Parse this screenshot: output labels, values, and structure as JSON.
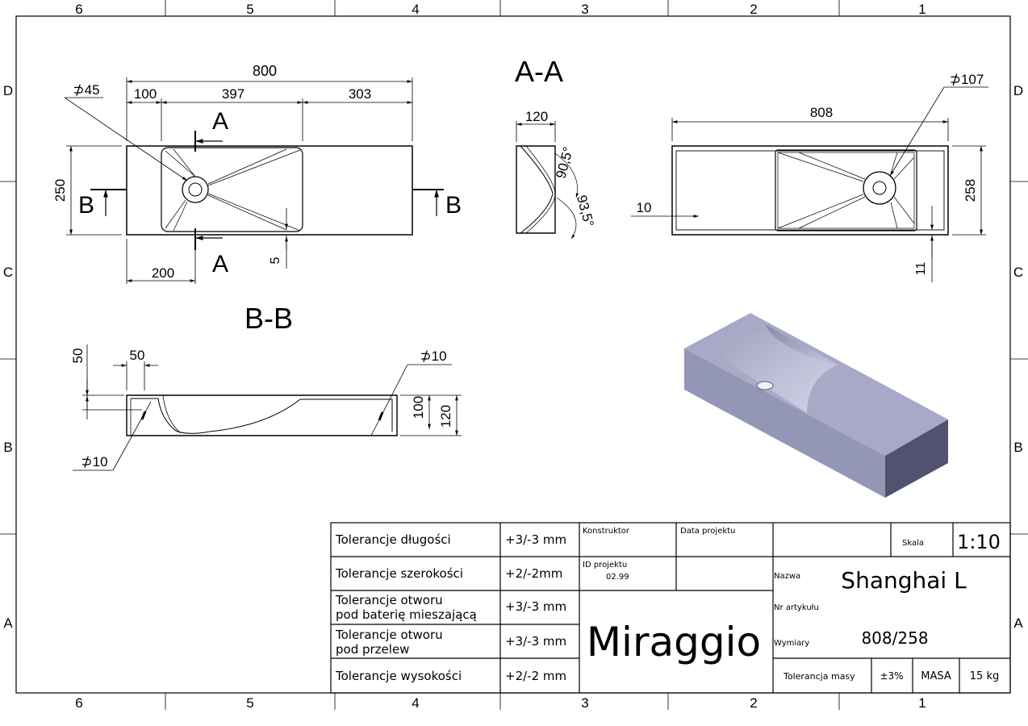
{
  "border": {
    "cols_top": [
      "6",
      "5",
      "4",
      "3",
      "2",
      "1"
    ],
    "cols_bottom": [
      "6",
      "5",
      "4",
      "3",
      "2",
      "1"
    ],
    "rows_left": [
      "D",
      "C",
      "B",
      "A"
    ],
    "rows_right": [
      "D",
      "C",
      "B",
      "A"
    ]
  },
  "top_view": {
    "dims": {
      "overall": "800",
      "d1": "100",
      "d2": "397",
      "d3": "303",
      "height": "250",
      "bottom": "200",
      "small": "5",
      "hole": "⊅45"
    },
    "labels": {
      "sec_a_top": "A",
      "sec_a_bottom": "A",
      "sec_b_left": "B",
      "sec_b_right": "B"
    }
  },
  "section_aa": {
    "title": "A-A",
    "width": "120",
    "angle1": "90,5°",
    "angle2": "93,5°"
  },
  "right_view": {
    "overall": "808",
    "hole": "⊅107",
    "height": "258",
    "left": "10",
    "bottom": "11"
  },
  "section_bb": {
    "title": "B-B",
    "d50v": "50",
    "d50h": "50",
    "h100": "100",
    "h120": "120",
    "hole_top": "⊅10",
    "hole_bottom": "⊅10"
  },
  "title_block": {
    "tolerances": [
      {
        "label": "Tolerancje długości",
        "value": "+3/-3 mm"
      },
      {
        "label": "Tolerancje szerokości",
        "value": "+2/-2mm"
      },
      {
        "label": "Tolerancje otworu\npod baterię mieszającą",
        "value": "+3/-3 mm"
      },
      {
        "label": "Tolerancje otworu\npod przelew",
        "value": "+3/-3 mm"
      },
      {
        "label": "Tolerancje wysokości",
        "value": "+2/-2 mm"
      }
    ],
    "konstruktor_label": "Konstruktor",
    "data_label": "Data projektu",
    "id_label": "ID projektu",
    "id_value": "02.99",
    "brand": "Miraggio",
    "skala_label": "Skala",
    "skala_value": "1:10",
    "nazwa_label": "Nazwa",
    "nazwa_value": "Shanghai L",
    "nr_label": "Nr artykułu",
    "wymiary_label": "Wymiary",
    "wymiary_value": "808/258",
    "tol_masy_label": "Tolerancja masy",
    "tol_masy_value": "±3%",
    "masa_label": "MASA",
    "masa_value": "15 kg"
  }
}
